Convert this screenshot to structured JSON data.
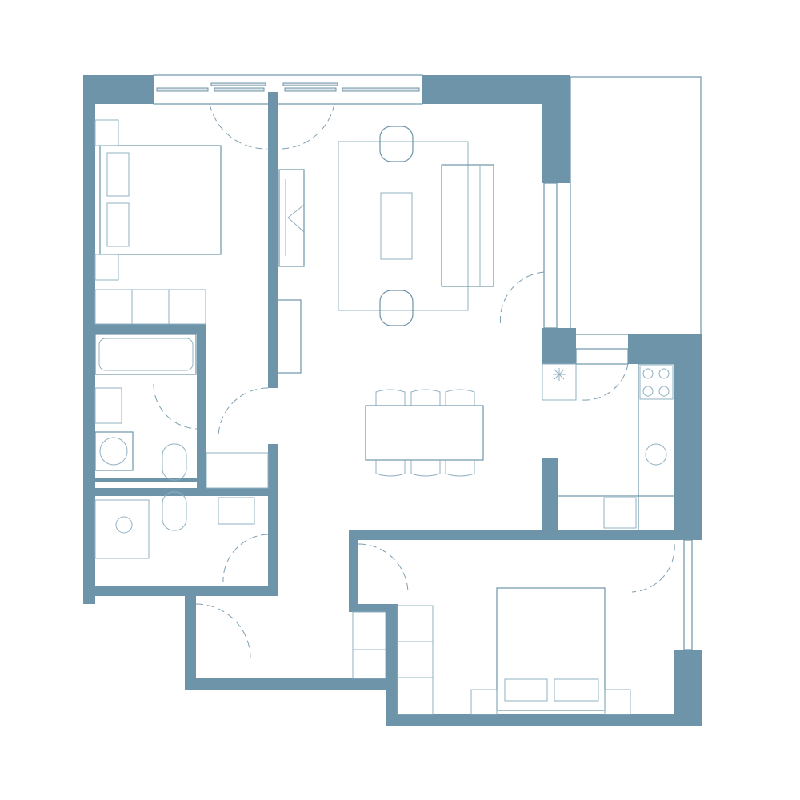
{
  "floor_plan": {
    "colors": {
      "wall": "#6e94a9",
      "furniture_line": "#6e94a9",
      "background": "#ffffff"
    },
    "rooms": [
      "bedroom",
      "living-room",
      "bathroom",
      "wc",
      "entrance-hall",
      "kitchen",
      "second-bedroom",
      "balcony"
    ]
  }
}
